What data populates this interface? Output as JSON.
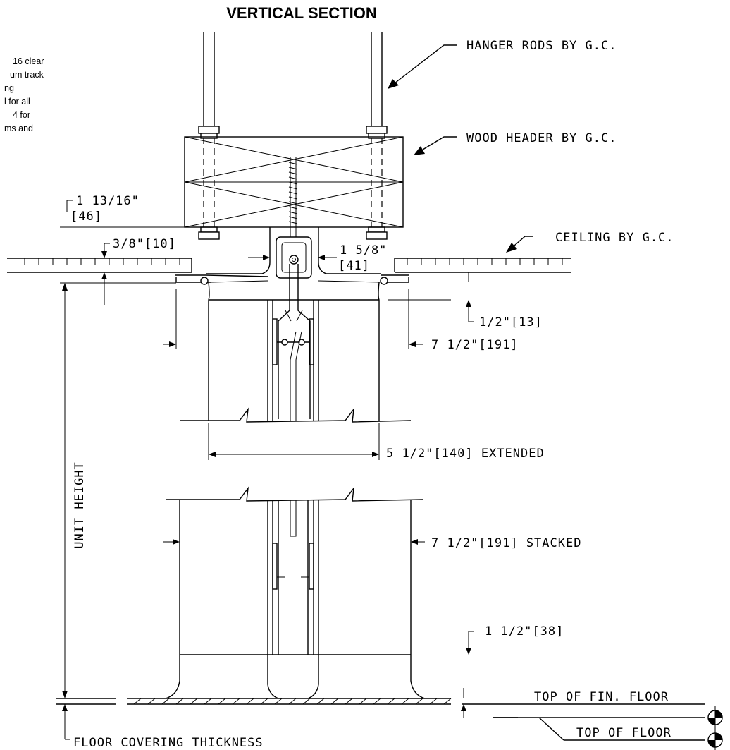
{
  "title": "VERTICAL SECTION",
  "side_note": {
    "lines": [
      "16 clear",
      "um track",
      "ng",
      "l for all",
      "4 for",
      "ms and"
    ]
  },
  "labels": {
    "hanger_rods": "HANGER RODS BY G.C.",
    "wood_header": "WOOD HEADER BY G.C.",
    "ceiling": "CEILING BY G.C.",
    "unit_height": "UNIT HEIGHT",
    "top_fin_floor": "TOP OF FIN. FLOOR",
    "top_floor": "TOP OF FLOOR",
    "floor_covering": "FLOOR COVERING THICKNESS"
  },
  "dimensions": {
    "d_1_13_16": "1 13/16\"",
    "d_46": "[46]",
    "d_3_8": "3/8\"[10]",
    "d_1_5_8": "1 5/8\"",
    "d_41": "[41]",
    "d_1_2": "1/2\"[13]",
    "d_7_1_2_ext": "7 1/2\"[191]",
    "d_5_1_2": "5 1/2\"[140] EXTENDED",
    "d_7_1_2_stk": "7 1/2\"[191] STACKED",
    "d_1_1_2": "1 1/2\"[38]"
  }
}
